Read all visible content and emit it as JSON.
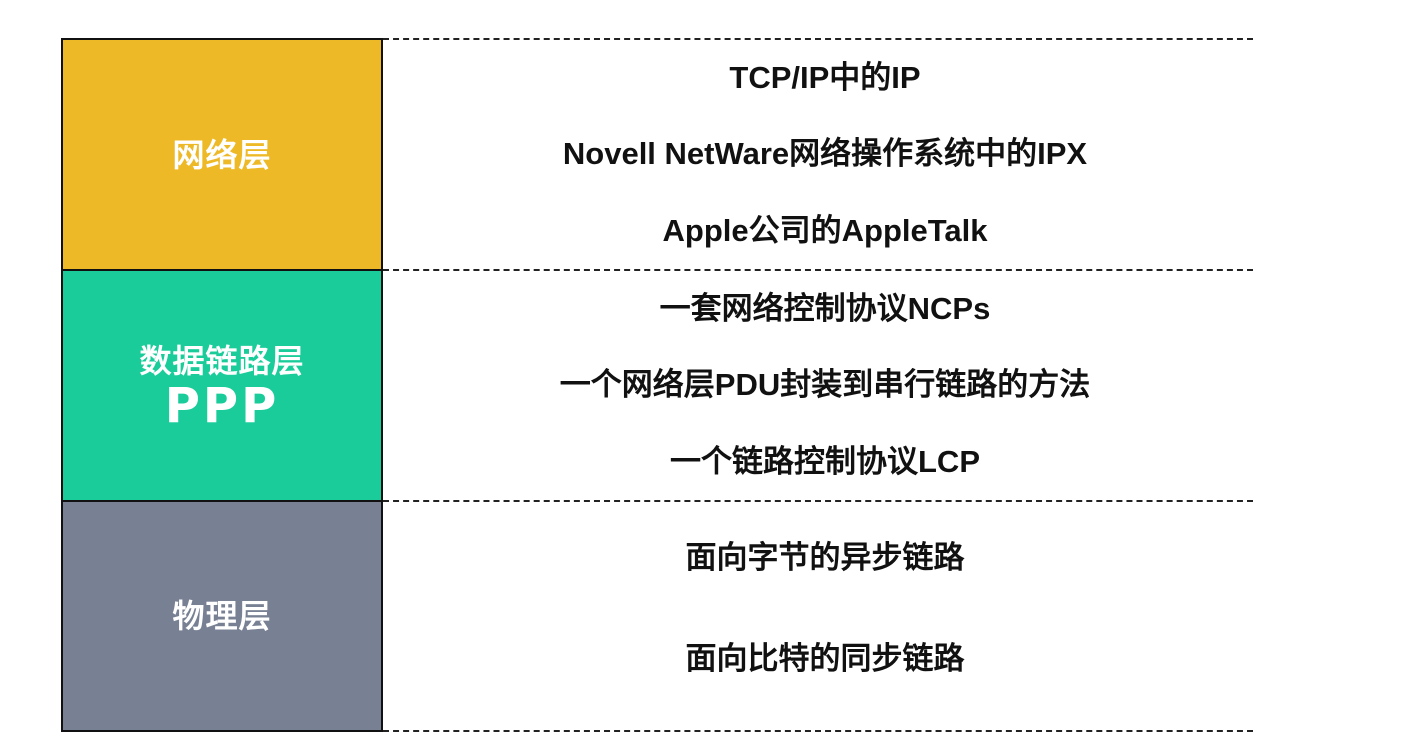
{
  "colors": {
    "network_layer": "#eeb926",
    "data_link_layer": "#19cc9a",
    "physical_layer": "#788093"
  },
  "layers": [
    {
      "label": "网络层",
      "items": [
        "TCP/IP中的IP",
        "Novell NetWare网络操作系统中的IPX",
        "Apple公司的AppleTalk"
      ]
    },
    {
      "label": "数据链路层",
      "sublabel": "PPP",
      "items": [
        "一套网络控制协议NCPs",
        "一个网络层PDU封装到串行链路的方法",
        "一个链路控制协议LCP"
      ]
    },
    {
      "label": "物理层",
      "items": [
        "面向字节的异步链路",
        "面向比特的同步链路"
      ]
    }
  ]
}
